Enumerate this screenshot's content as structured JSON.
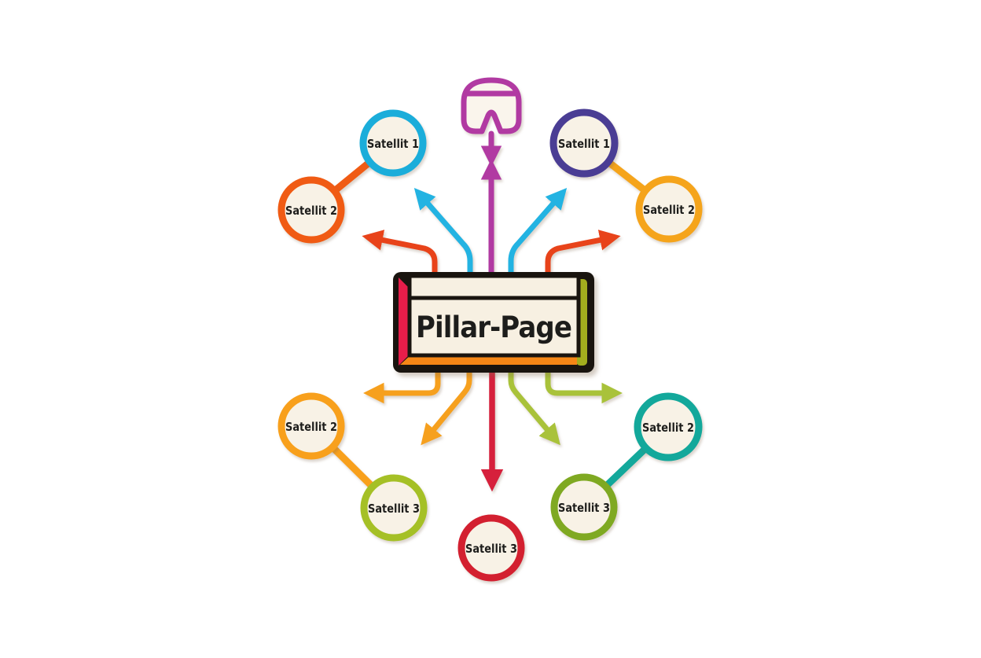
{
  "background_color": "#ffffff",
  "diagram": {
    "type": "pillar-page-link-structure",
    "center_box": {
      "label": "Pillar-Page",
      "fill": "#f7f0e2",
      "outline": "#19140f",
      "spine_red": "#e71d4a",
      "bottom_orange": "#f58616",
      "edge_olive": "#a3ad1e"
    },
    "goggles_icon": {
      "name": "goggles-icon",
      "color": "#b13aa2",
      "fill": "#faf5ec"
    },
    "node_fill": "#f8f2e6",
    "label_color": "#1d1d1b",
    "satellites": [
      {
        "id": "top-left-1",
        "label": "Satellit 1",
        "color": "#1badda"
      },
      {
        "id": "top-left-2",
        "label": "Satellit 2",
        "color": "#f05b14"
      },
      {
        "id": "top-right-1",
        "label": "Satellit 1",
        "color": "#4a3d94"
      },
      {
        "id": "top-right-2",
        "label": "Satellit 2",
        "color": "#f5a41b"
      },
      {
        "id": "bottom-left-2",
        "label": "Satellit 2",
        "color": "#f8a01c"
      },
      {
        "id": "bottom-left-3",
        "label": "Satellit 3",
        "color": "#a5c026"
      },
      {
        "id": "bottom-right-2",
        "label": "Satellit 2",
        "color": "#13a89b"
      },
      {
        "id": "bottom-right-3",
        "label": "Satellit 3",
        "color": "#7fa922"
      },
      {
        "id": "bottom-center-3",
        "label": "Satellit 3",
        "color": "#d32030"
      }
    ],
    "connectors": [
      {
        "from": "top-left-1",
        "to": "top-left-2",
        "color": "#f05b14"
      },
      {
        "from": "top-right-1",
        "to": "top-right-2",
        "color": "#f5a41b"
      },
      {
        "from": "bottom-left-2",
        "to": "bottom-left-3",
        "color": "#f8a01c"
      },
      {
        "from": "bottom-right-2",
        "to": "bottom-right-3",
        "color": "#13a89b"
      }
    ],
    "arrows": {
      "cyan": "#23b3e2",
      "red_orange": "#e8431a",
      "magenta": "#b13aa2",
      "orange": "#f6a01e",
      "green": "#a9c23a",
      "crimson": "#d6203c"
    }
  }
}
